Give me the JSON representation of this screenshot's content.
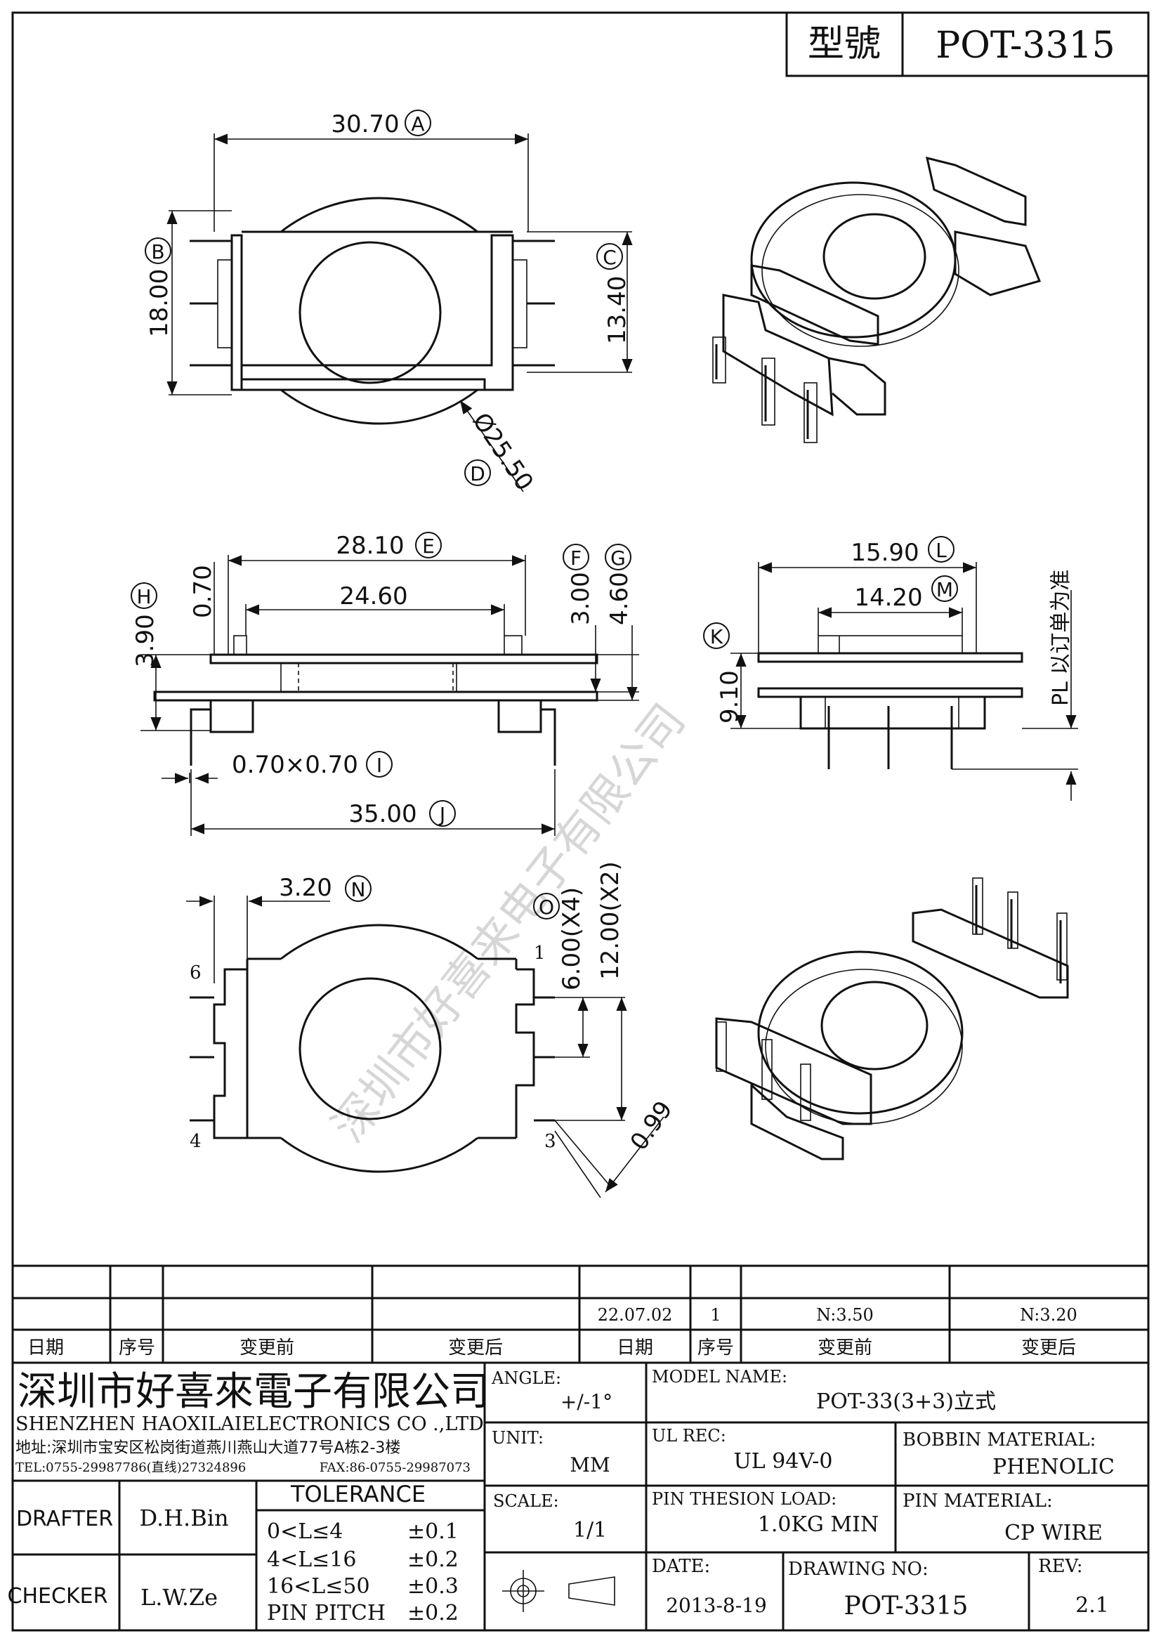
{
  "header": {
    "model_label": "型號",
    "model_value": "POT-3315"
  },
  "dimensions": {
    "A": {
      "value": "30.70",
      "tag": "A"
    },
    "B": {
      "value": "18.00",
      "tag": "B"
    },
    "C": {
      "value": "13.40",
      "tag": "C"
    },
    "D": {
      "value": "Ø25.50",
      "tag": "D"
    },
    "E": {
      "value": "28.10",
      "tag": "E"
    },
    "F": {
      "value": "3.00",
      "tag": "F"
    },
    "G": {
      "value": "4.60",
      "tag": "G"
    },
    "H": {
      "value": "3.90",
      "tag": "H"
    },
    "I": {
      "value": "0.70×0.70",
      "tag": "I"
    },
    "J": {
      "value": "35.00",
      "tag": "J"
    },
    "K": {
      "value": "9.10",
      "tag": "K"
    },
    "L": {
      "value": "15.90",
      "tag": "L"
    },
    "M": {
      "value": "14.20",
      "tag": "M"
    },
    "N": {
      "value": "3.20",
      "tag": "N"
    },
    "O": {
      "value": "6.00(X4)",
      "tag": "O"
    },
    "extra": {
      "d070": "0.70",
      "d2460": "24.60",
      "d1200": "12.00(X2)",
      "d099": "0.99"
    }
  },
  "pin_labels": {
    "p1": "1",
    "p3": "3",
    "p4": "4",
    "p6": "6"
  },
  "pl_note": "PL 以订单为准",
  "watermark": "深圳市好喜来电子有限公司",
  "revision_table": {
    "row2": {
      "date": "22.07.02",
      "seq": "1",
      "before": "N:3.50",
      "after": "N:3.20"
    },
    "headers": [
      "日期",
      "序号",
      "变更前",
      "变更后",
      "日期",
      "序号",
      "变更前",
      "变更后"
    ]
  },
  "company": {
    "name_cn": "深圳市好喜來電子有限公司",
    "name_en": "SHENZHEN HAOXILAIELECTRONICS CO .,LTD",
    "address": "地址:深圳市宝安区松岗街道燕川燕山大道77号A栋2-3楼",
    "tel": "TEL:0755-29987786(直线)27324896",
    "fax": "FAX:86-0755-29987073"
  },
  "title_block": {
    "angle_label": "ANGLE:",
    "angle_value": "+/-1°",
    "model_name_label": "MODEL NAME:",
    "model_name_value": "POT-33(3+3)立式",
    "unit_label": "UNIT:",
    "unit_value": "MM",
    "ul_label": "UL REC:",
    "ul_value": "UL 94V-0",
    "bobbin_label": "BOBBIN MATERIAL:",
    "bobbin_value": "PHENOLIC",
    "scale_label": "SCALE:",
    "scale_value": "1/1",
    "pin_load_label": "PIN THESION LOAD:",
    "pin_load_value": "1.0KG MIN",
    "pin_mat_label": "PIN MATERIAL:",
    "pin_mat_value": "CP   WIRE",
    "date_label": "DATE:",
    "date_value": "2013-8-19",
    "drawing_no_label": "DRAWING NO:",
    "drawing_no_value": "POT-3315",
    "rev_label": "REV:",
    "rev_value": "2.1",
    "drafter_label": "DRAFTER",
    "drafter_value": "D.H.Bin",
    "checker_label": "CHECKER",
    "checker_value": "L.W.Ze",
    "tolerance_title": "TOLERANCE",
    "tolerance_rows": [
      {
        "range": "0<L≤4",
        "tol": "±0.1"
      },
      {
        "range": "4<L≤16",
        "tol": "±0.2"
      },
      {
        "range": "16<L≤50",
        "tol": "±0.3"
      },
      {
        "range": "PIN PITCH",
        "tol": "±0.2"
      }
    ]
  }
}
